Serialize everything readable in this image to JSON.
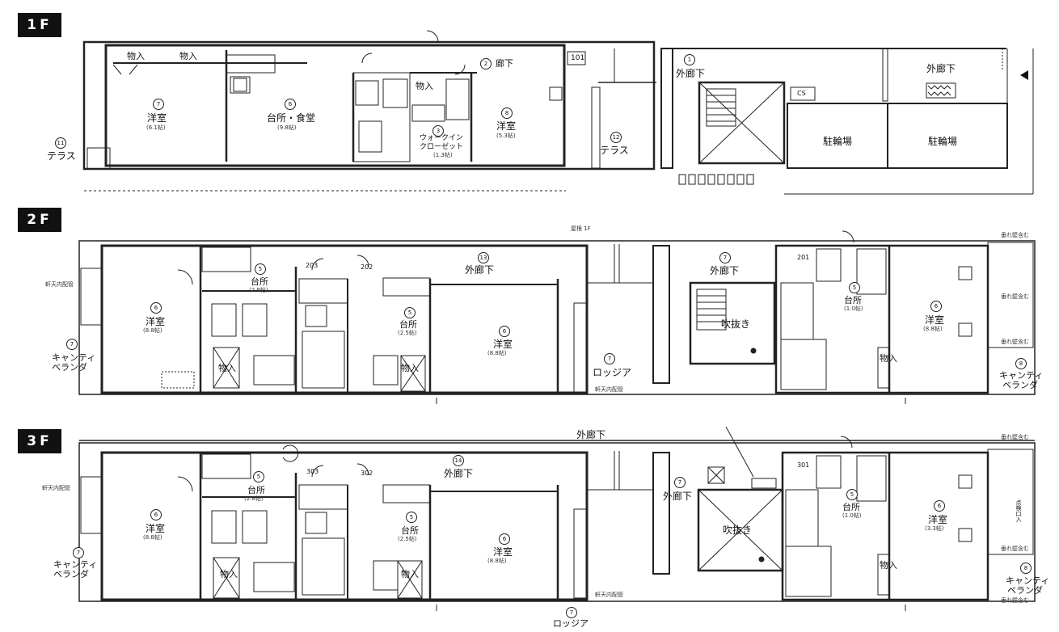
{
  "floors": [
    {
      "tag": "1F"
    },
    {
      "tag": "2F"
    },
    {
      "tag": "3F"
    }
  ],
  "f1": {
    "storage1": "物入",
    "storage2": "物入",
    "west_room": {
      "num": "7",
      "name": "洋室",
      "size": "(6.1帖)"
    },
    "kitchen": {
      "num": "6",
      "name": "台所・食堂",
      "size": "(9.8帖)"
    },
    "corridor": {
      "num": "2",
      "name": "廊下"
    },
    "storage3": "物入",
    "wic": {
      "num": "3",
      "name1": "ウォークイン",
      "name2": "クローゼット",
      "size": "(1.3帖)"
    },
    "east_room": {
      "num": "8",
      "name": "洋室",
      "size": "(5.3帖)"
    },
    "terrace_w": {
      "num": "11",
      "name": "テラス"
    },
    "terrace_e": {
      "num": "12",
      "name": "テラス"
    },
    "ext_corridor": {
      "num": "1",
      "name": "外廊下"
    },
    "ext_corridor2": "外廊下",
    "bike1": "駐輪場",
    "bike2": "駐輪場",
    "cs": "CS",
    "mailbox": "101"
  },
  "f2": {
    "west_room": {
      "num": "6",
      "name": "洋室",
      "size": "(8.8帖)"
    },
    "kitchen1": {
      "num": "5",
      "name": "台所",
      "size": "(2.8帖)"
    },
    "storage1": "物入",
    "unit203": "203",
    "unit202": "202",
    "ext_corridor": {
      "num": "13",
      "name": "外廊下"
    },
    "kitchen2": {
      "num": "5",
      "name": "台所",
      "size": "(2.5帖)"
    },
    "storage2": "物入",
    "center_room": {
      "num": "6",
      "name": "洋室",
      "size": "(8.8帖)"
    },
    "loggia": {
      "num": "7",
      "name": "ロッジア"
    },
    "pipe_left": "軒天内配管",
    "pipe_right": "軒天内配管",
    "candy_veranda": {
      "num": "7",
      "name1": "キャンティ",
      "name2": "ベランダ"
    },
    "ext_corridor_e": {
      "num": "7",
      "name": "外廊下"
    },
    "void": "吹抜き",
    "unit201": "201",
    "kitchen3": {
      "num": "5",
      "name": "台所",
      "size": "(1.0帖)"
    },
    "storage3": "物入",
    "east_room": {
      "num": "6",
      "name": "洋室",
      "size": "(8.8帖)"
    },
    "candy_veranda_e": {
      "num": "8",
      "name1": "キャンティ",
      "name2": "ベランダ"
    },
    "top_note": "屋根 1F",
    "gutter1": "垂れ壁含む",
    "gutter2": "垂れ壁含む",
    "gutter3": "垂れ壁含む"
  },
  "f3": {
    "ext_corridor_top": "外廊下",
    "pipe_left": "軒天内配管",
    "west_room": {
      "num": "6",
      "name": "洋室",
      "size": "(8.8帖)"
    },
    "kitchen1": {
      "num": "5",
      "name": "台所",
      "size": "(2.8帖)"
    },
    "storage1": "物入",
    "unit303": "303",
    "unit302": "302",
    "ext_corridor": {
      "num": "14",
      "name": "外廊下"
    },
    "kitchen2": {
      "num": "5",
      "name": "台所",
      "size": "(2.5帖)"
    },
    "storage2": "物入",
    "center_room": {
      "num": "6",
      "name": "洋室",
      "size": "(8.8帖)"
    },
    "pipe_bottom": "軒天内配管",
    "loggia": {
      "num": "7",
      "name": "ロッジア"
    },
    "candy_veranda": {
      "num": "7",
      "name1": "キャンティ",
      "name2": "ベランダ"
    },
    "ext_corridor_e": {
      "num": "7",
      "name": "外廊下"
    },
    "void": "吹抜き",
    "unit301": "301",
    "kitchen3": {
      "num": "5",
      "name": "台所",
      "size": "(1.0帖)"
    },
    "storage3": "物入",
    "east_room": {
      "num": "6",
      "name": "洋室",
      "size": "(3.3帖)"
    },
    "candy_veranda_e": {
      "num": "8",
      "name1": "キャンティ",
      "name2": "ベランダ"
    },
    "inspection": "点検口入",
    "gutter1": "垂れ壁含む",
    "gutter2": "垂れ壁含む",
    "gutter3": "垂れ壁含む"
  }
}
